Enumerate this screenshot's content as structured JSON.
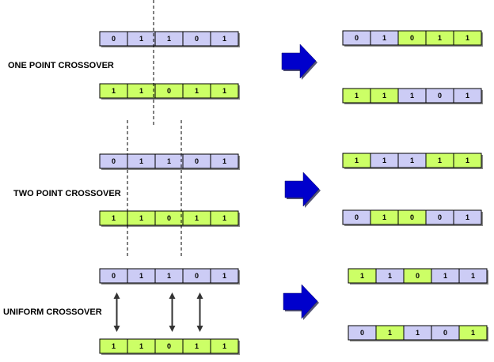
{
  "colors": {
    "parent1": "#ccccf5",
    "parent2": "#ccff66",
    "cell_border": "#000000",
    "arrow": "#0000cc",
    "cut_line": "#000000",
    "text": "#000000"
  },
  "sections": [
    {
      "label": "ONE POINT CROSSOVER",
      "parents": [
        {
          "bits": [
            "0",
            "1",
            "1",
            "0",
            "1"
          ],
          "source": [
            1,
            1,
            1,
            1,
            1
          ]
        },
        {
          "bits": [
            "1",
            "1",
            "0",
            "1",
            "1"
          ],
          "source": [
            2,
            2,
            2,
            2,
            2
          ]
        }
      ],
      "offspring": [
        {
          "bits": [
            "0",
            "1",
            "0",
            "1",
            "1"
          ],
          "source": [
            1,
            1,
            2,
            2,
            2
          ]
        },
        {
          "bits": [
            "1",
            "1",
            "1",
            "0",
            "1"
          ],
          "source": [
            2,
            2,
            1,
            1,
            1
          ]
        }
      ],
      "cut_points": [
        2
      ]
    },
    {
      "label": "TWO POINT CROSSOVER",
      "parents": [
        {
          "bits": [
            "0",
            "1",
            "1",
            "0",
            "1"
          ],
          "source": [
            1,
            1,
            1,
            1,
            1
          ]
        },
        {
          "bits": [
            "1",
            "1",
            "0",
            "1",
            "1"
          ],
          "source": [
            2,
            2,
            2,
            2,
            2
          ]
        }
      ],
      "offspring": [
        {
          "bits": [
            "1",
            "1",
            "1",
            "1",
            "1"
          ],
          "source": [
            2,
            1,
            1,
            2,
            2
          ]
        },
        {
          "bits": [
            "0",
            "1",
            "0",
            "0",
            "1"
          ],
          "source": [
            1,
            2,
            2,
            1,
            1
          ]
        }
      ],
      "cut_points": [
        1,
        3
      ]
    },
    {
      "label": "UNIFORM CROSSOVER",
      "parents": [
        {
          "bits": [
            "0",
            "1",
            "1",
            "0",
            "1"
          ],
          "source": [
            1,
            1,
            1,
            1,
            1
          ]
        },
        {
          "bits": [
            "1",
            "1",
            "0",
            "1",
            "1"
          ],
          "source": [
            2,
            2,
            2,
            2,
            2
          ]
        }
      ],
      "offspring": [
        {
          "bits": [
            "1",
            "1",
            "0",
            "1",
            "1"
          ],
          "source": [
            2,
            1,
            2,
            1,
            1
          ]
        },
        {
          "bits": [
            "0",
            "1",
            "1",
            "0",
            "1"
          ],
          "source": [
            1,
            2,
            1,
            1,
            2
          ]
        }
      ],
      "swap_positions": [
        0,
        2,
        3
      ]
    }
  ]
}
